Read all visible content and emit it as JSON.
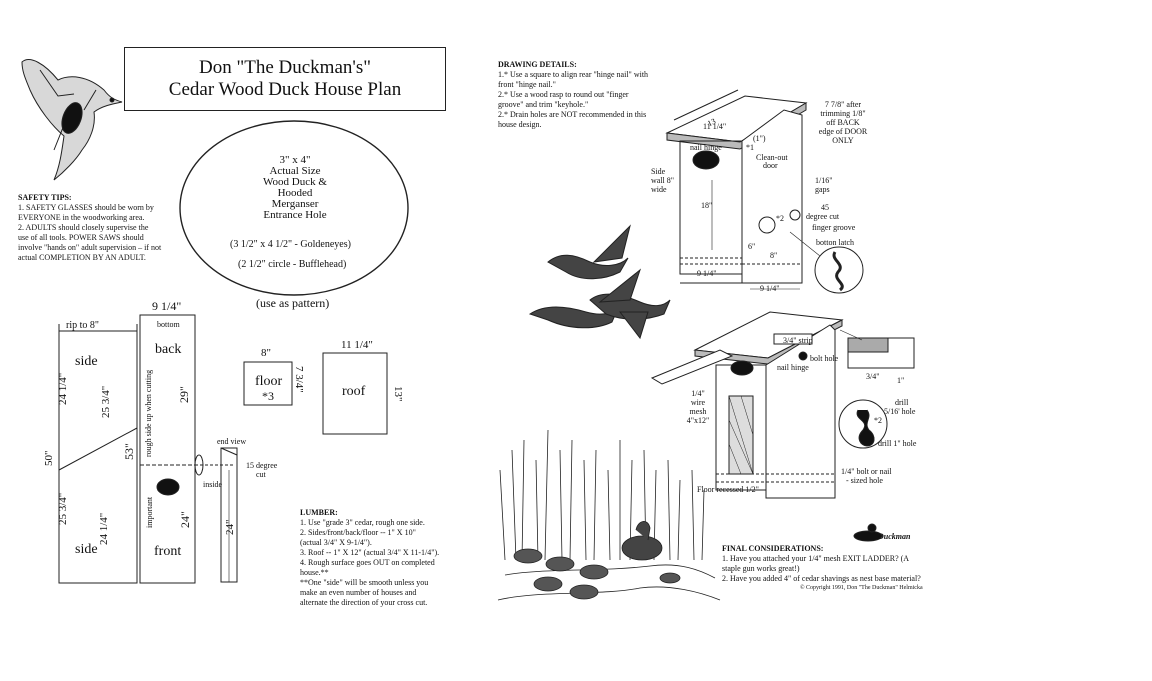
{
  "title": {
    "line1": "Don \"The Duckman's\"",
    "line2": "Cedar Wood Duck House Plan"
  },
  "safety": {
    "heading": "SAFETY TIPS:",
    "lines": [
      "1.  SAFETY GLASSES should be worn by",
      "EVERYONE in the woodworking area.",
      "2.  ADULTS should closely supervise the",
      "use of all tools. POWER SAWS should",
      "involve \"hands on\" adult supervision – if not",
      "actual COMPLETION BY AN ADULT."
    ]
  },
  "oval": {
    "lines": [
      "3\" x 4\"",
      "Actual Size",
      "Wood Duck &",
      "Hooded",
      "Merganser",
      "Entrance Hole"
    ],
    "goldeneyes": "(3 1/2\" x 4 1/2\" - Goldeneyes)",
    "bufflehead": "(2 1/2\" circle - Bufflehead)",
    "pattern": "(use as pattern)"
  },
  "boards": {
    "rip": "rip to 8\"",
    "side_top": "side",
    "side_bottom": "side",
    "d_24_14_top": "24 1/4\"",
    "d_25_34_top": "25 3/4\"",
    "d_50": "50\"",
    "d_25_34_bottom": "25 3/4\"",
    "d_24_14_bottom": "24 1/4\"",
    "w_9_14": "9 1/4\"",
    "bottom": "bottom",
    "back": "back",
    "d_29": "29\"",
    "d_53": "53\"",
    "rough": "rough side up when cutting",
    "important": "important",
    "d_24": "24\"",
    "front": "front",
    "end_view": "end view",
    "deg15": "15 degree",
    "cut": "cut",
    "inside": "inside",
    "d_24_end": "24\"",
    "floor_w": "8\"",
    "floor": "floor",
    "floor_n": "*3",
    "floor_h": "7 3/4\"",
    "roof_w": "11 1/4\"",
    "roof": "roof",
    "roof_h": "13\""
  },
  "lumber": {
    "heading": "LUMBER:",
    "lines": [
      "1.   Use \"grade 3\" cedar, rough one side.",
      "2.   Sides/front/back/floor -- 1\" X 10\"",
      "(actual 3/4\" X 9-1/4\").",
      "3.   Roof -- 1\" X 12\" (actual 3/4\" X 11-1/4\").",
      "4.   Rough surface goes OUT on completed",
      "house.**",
      "**One \"side\" will be smooth unless you",
      "make an even number of houses and",
      "alternate the direction of your cross cut."
    ]
  },
  "drawing": {
    "heading": "DRAWING DETAILS:",
    "lines": [
      "1.*  Use a square to align rear \"hinge nail\" with",
      "front \"hinge nail.\"",
      "2.*  Use a wood rasp to round out \"finger",
      "groove\" and trim \"keyhole.\"",
      "2.*  Drain holes are NOT recommended in this",
      "house design."
    ]
  },
  "house": {
    "d13": "13",
    "d11": "11 1/4\"",
    "note": [
      "7 7/8\" after",
      "trimming 1/8\"",
      "off BACK",
      "edge of DOOR",
      "ONLY"
    ],
    "inch1": "(1\")",
    "nail_hinge": "nail hinge",
    "star1": "*1",
    "cleanout": [
      "Clean-out",
      "door"
    ],
    "sidewall": [
      "Side",
      "wall 8\"",
      "wide"
    ],
    "gaps": [
      "1/16\"",
      "gaps"
    ],
    "d18": "18\"",
    "deg45": [
      "45",
      "degree cut"
    ],
    "star2": "*2",
    "finger": "finger groove",
    "latch": "botton latch",
    "d6": "6\"",
    "d8": "8\"",
    "d9a": "9 1/4\"",
    "d9b": "9 1/4\""
  },
  "house2": {
    "strip": "3/4\" strip",
    "bolt": "bolt hole",
    "nail": "nail hinge",
    "d34": "3/4\"",
    "d1": "1\"",
    "mesh": [
      "1/4\"",
      "wire",
      "mesh",
      "4\"x12\""
    ],
    "drill": [
      "drill",
      "5/16' hole"
    ],
    "star2": "*2",
    "drill1": "drill 1\" hole",
    "bolt_nail": [
      "1/4\" bolt or nail",
      "- sized hole"
    ],
    "floor": "Floor recessed 1/2\""
  },
  "logo": "Duckman",
  "final": {
    "heading": "FINAL CONSIDERATIONS:",
    "lines": [
      "1.   Have you attached your 1/4\" mesh EXIT LADDER? (A",
      "staple gun works great!)",
      "2.   Have you added 4\" of cedar shavings as nest base material?"
    ],
    "copyright": "© Copyright 1991, Don \"The Duckman\" Helmicka"
  }
}
